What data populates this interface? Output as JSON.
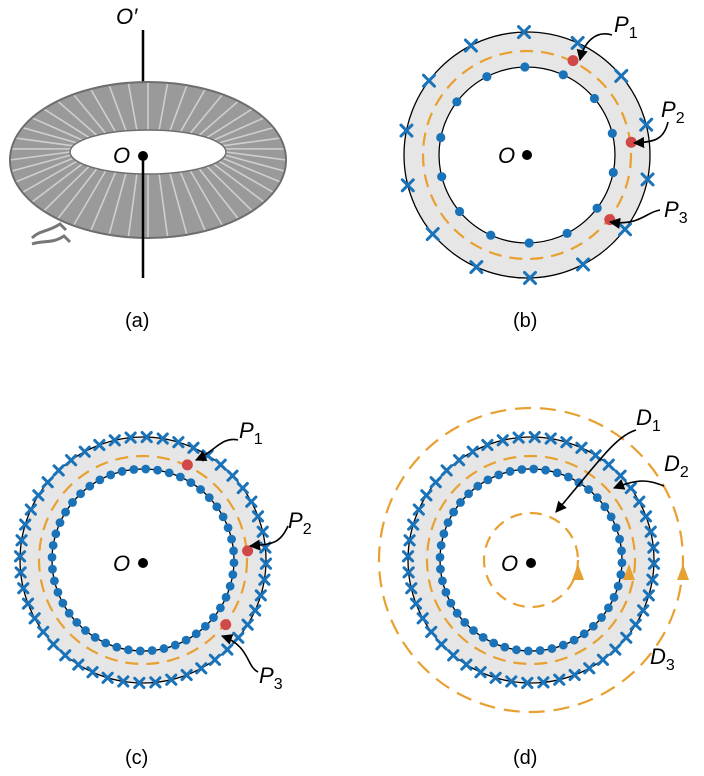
{
  "colors": {
    "band": "#e6e6e6",
    "line": "#000000",
    "dashed": "#e8a030",
    "dot": "#1a73b8",
    "cross": "#1a73b8",
    "point": "#d04848",
    "torus_body": "#9a9a9a"
  },
  "panels": {
    "a": {
      "caption": "(a)",
      "axis_top_label": "O′",
      "center_label": "O"
    },
    "b": {
      "caption": "(b)",
      "center_label": "O",
      "points": [
        "P",
        "P",
        "P"
      ],
      "subs": [
        "1",
        "2",
        "3"
      ],
      "inner_dots": 14,
      "outer_crosses": 14
    },
    "c": {
      "caption": "(c)",
      "center_label": "O",
      "points": [
        "P",
        "P",
        "P"
      ],
      "subs": [
        "1",
        "2",
        "3"
      ],
      "inner_dots": 48,
      "outer_crosses": 48
    },
    "d": {
      "caption": "(d)",
      "center_label": "O",
      "paths": [
        "D",
        "D",
        "D"
      ],
      "subs": [
        "1",
        "2",
        "3"
      ],
      "inner_dots": 48,
      "outer_crosses": 48
    }
  }
}
